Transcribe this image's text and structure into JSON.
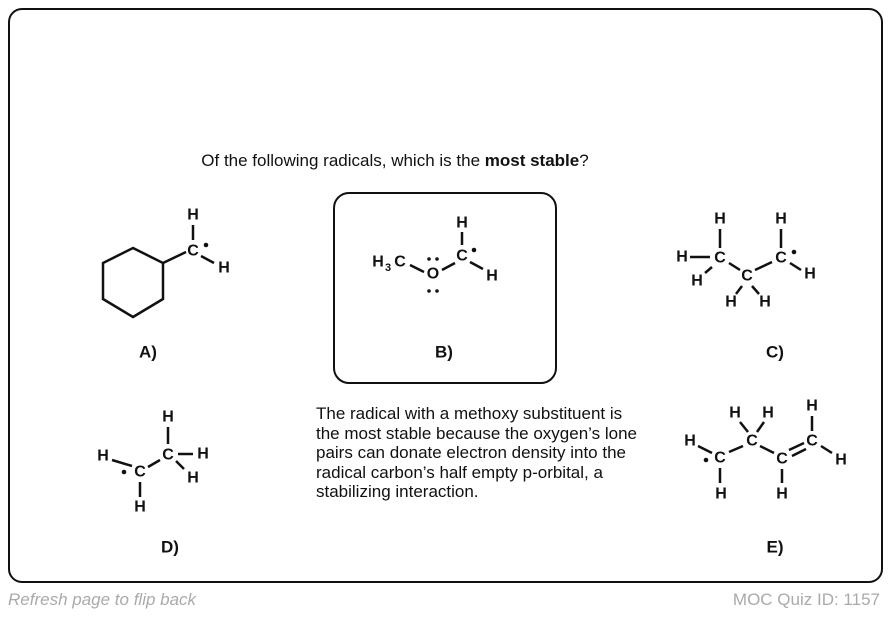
{
  "question": {
    "before": "Of the following radicals, which is the ",
    "bold": "most stable",
    "after": "?"
  },
  "options": {
    "a": "A)",
    "b": "B)",
    "c": "C)",
    "d": "D)",
    "e": "E)"
  },
  "correct_option": "B)",
  "atoms": {
    "H": "H",
    "C": "C",
    "O": "O",
    "H3": "H",
    "three": "3"
  },
  "explanation": "The radical with a methoxy substituent is the most stable because the oxygen’s lone pairs can donate electron density into the radical carbon’s half empty p-orbital, a stabilizing interaction.",
  "footer": {
    "flip": "Refresh page to flip back",
    "quiz_id": "MOC Quiz ID: 1157"
  }
}
